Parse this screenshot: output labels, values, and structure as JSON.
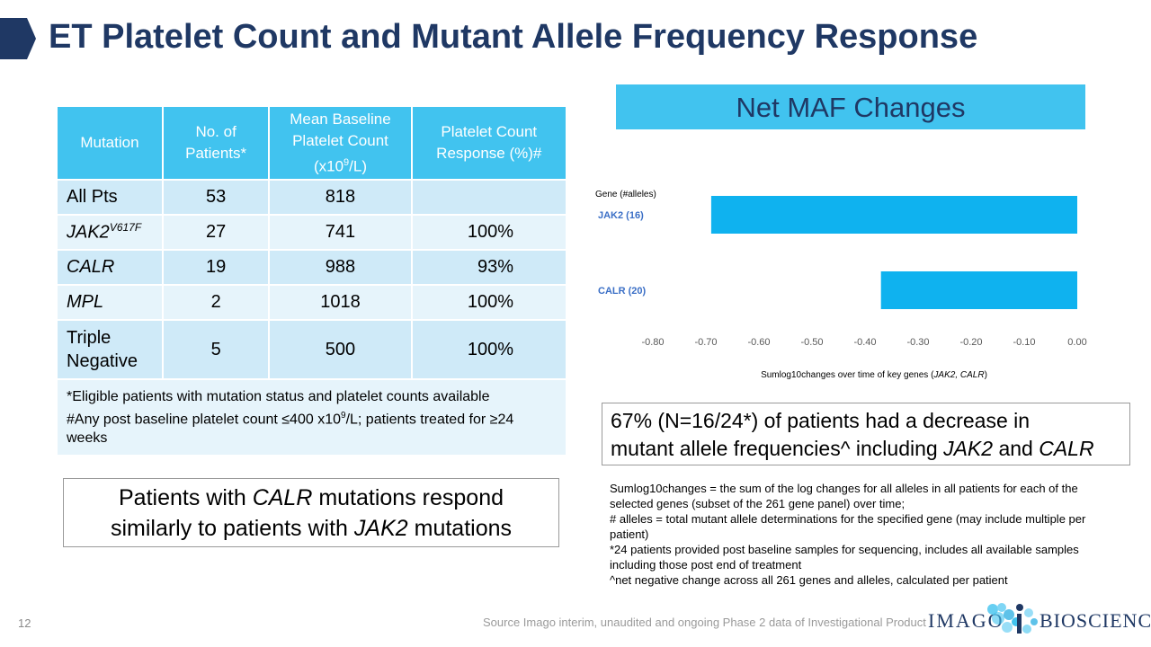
{
  "header": {
    "title": "ET Platelet Count and Mutant Allele Frequency Response",
    "accent_color": "#1f3864"
  },
  "table": {
    "headers": {
      "mutation": "Mutation",
      "patients_1": "No. of",
      "patients_2": "Patients*",
      "baseline_1": "Mean Baseline",
      "baseline_2": "Platelet Count",
      "baseline_3a": "(x10",
      "baseline_3sup": "9",
      "baseline_3b": "/L)",
      "response_1": "Platelet Count",
      "response_2": "Response (%)#"
    },
    "rows": [
      {
        "mutation": "All Pts",
        "patients": "53",
        "baseline": "818",
        "response": ""
      },
      {
        "mutation": "JAK2",
        "mutation_sup": "V617F",
        "patients": "27",
        "baseline": "741",
        "response": "100%"
      },
      {
        "mutation": "CALR",
        "patients": "19",
        "baseline": "988",
        "response": "93%"
      },
      {
        "mutation": "MPL",
        "patients": "2",
        "baseline": "1018",
        "response": "100%"
      },
      {
        "mutation_1": "Triple",
        "mutation_2": "Negative",
        "patients": "5",
        "baseline": "500",
        "response": "100%"
      }
    ],
    "footnote_1": "*Eligible patients with mutation status and platelet counts available",
    "footnote_2a": "#Any post baseline platelet count ≤400 x10",
    "footnote_2sup": "9",
    "footnote_2b": "/L; patients treated for ≥24 weeks",
    "header_color": "#41c3ef"
  },
  "callout_left": {
    "line1a": "Patients with ",
    "line1i": "CALR",
    "line1b": " mutations respond",
    "line2a": "similarly to patients with ",
    "line2i": "JAK2",
    "line2b": " mutations"
  },
  "maf_header": "Net MAF Changes",
  "chart_data": {
    "type": "bar",
    "orientation": "horizontal",
    "legend_title": "Gene (#alleles)",
    "categories": [
      "JAK2 (16)",
      "CALR (20)"
    ],
    "values": [
      -0.69,
      -0.37
    ],
    "xlim": [
      -0.8,
      0.0
    ],
    "xticks": [
      "-0.80",
      "-0.70",
      "-0.60",
      "-0.50",
      "-0.40",
      "-0.30",
      "-0.20",
      "-0.10",
      "0.00"
    ],
    "xlabel_a": "Sumlog10changes over time of key genes (",
    "xlabel_i": "JAK2, CALR",
    "xlabel_b": ")",
    "bar_color": "#0fb2ef",
    "label_color": "#3b6fc6",
    "grid": false
  },
  "callout_right": {
    "line1": "67% (N=16/24*) of patients had a decrease in",
    "line2a": "mutant allele frequencies^ including ",
    "line2i1": "JAK2",
    "line2b": " and ",
    "line2i2": "CALR"
  },
  "notes": [
    "Sumlog10changes = the sum of the log changes for all alleles in all patients for each of the selected genes (subset of the 261 gene panel) over time;",
    "# alleles = total mutant allele determinations for the specified gene (may include multiple per patient)",
    "*24 patients provided post baseline samples for sequencing, includes all available samples including those post end of treatment",
    "^net negative change across all 261 genes and alleles, calculated per patient"
  ],
  "footer": {
    "page_number": "12",
    "source": "Source Imago interim, unaudited and ongoing Phase 2 data of Investigational Product",
    "logo_imago": "IMAGO",
    "logo_bio": "BIOSCIENCES"
  }
}
